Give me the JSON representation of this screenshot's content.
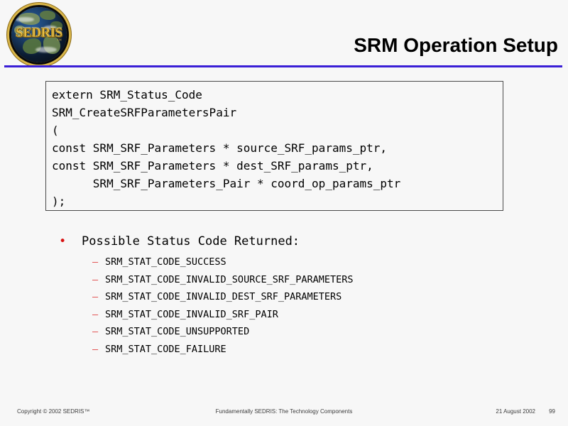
{
  "slide": {
    "title": "SRM Operation Setup",
    "background_color": "#f7f7f7",
    "rule_color": "#3a1fd6",
    "bullet_color": "#d81111",
    "dash_color": "#e04a4a"
  },
  "logo": {
    "name": "sedris-logo",
    "wordmark": "SEDRIS",
    "trademark": "™"
  },
  "code_block": {
    "text": "extern SRM_Status_Code\nSRM_CreateSRFParametersPair\n(\nconst SRM_SRF_Parameters * source_SRF_params_ptr,\nconst SRM_SRF_Parameters * dest_SRF_params_ptr,\n      SRM_SRF_Parameters_Pair * coord_op_params_ptr\n);",
    "lines": [
      "extern SRM_Status_Code",
      "SRM_CreateSRFParametersPair",
      "(",
      "const SRM_SRF_Parameters * source_SRF_params_ptr,",
      "const SRM_SRF_Parameters * dest_SRF_params_ptr,",
      "      SRM_SRF_Parameters_Pair * coord_op_params_ptr",
      ");"
    ]
  },
  "content": {
    "bullet_marker": "•",
    "dash_marker": "–",
    "heading": "Possible Status Code Returned:",
    "status_codes": [
      "SRM_STAT_CODE_SUCCESS",
      "SRM_STAT_CODE_INVALID_SOURCE_SRF_PARAMETERS",
      "SRM_STAT_CODE_INVALID_DEST_SRF_PARAMETERS",
      "SRM_STAT_CODE_INVALID_SRF_PAIR",
      "SRM_STAT_CODE_UNSUPPORTED",
      "SRM_STAT_CODE_FAILURE"
    ]
  },
  "footer": {
    "copyright": "Copyright © 2002 SEDRIS™",
    "course": "Fundamentally SEDRIS: The Technology Components",
    "date": "21 August 2002",
    "page_number": "99"
  }
}
